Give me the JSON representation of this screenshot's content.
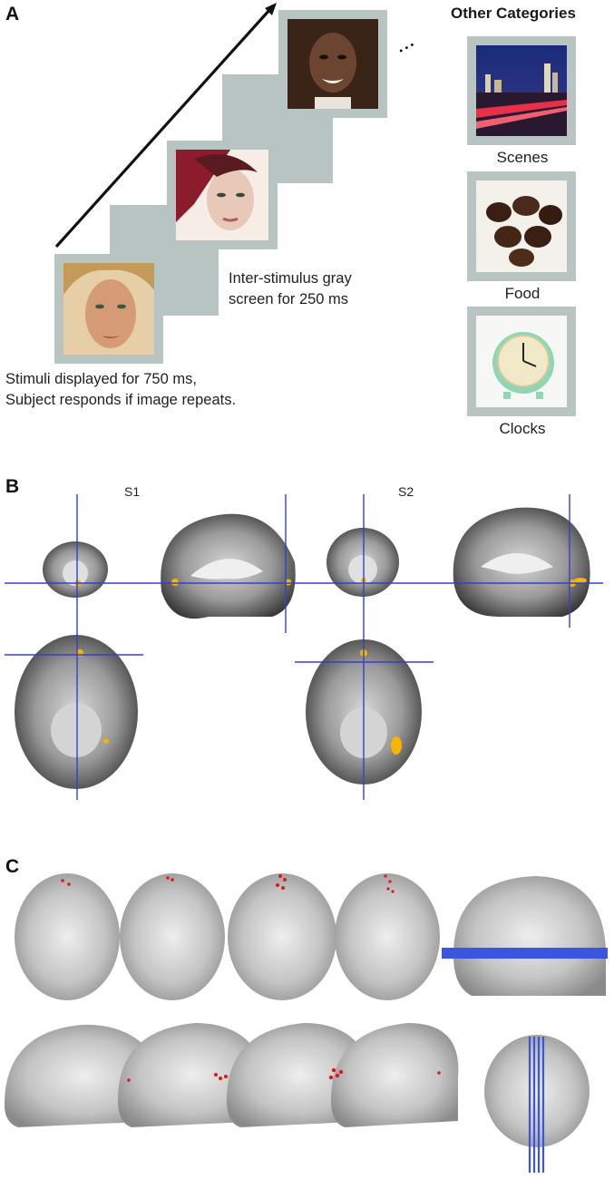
{
  "panels": {
    "a": "A",
    "b": "B",
    "c": "C"
  },
  "panel_a": {
    "isi_caption": "Inter-stimulus gray\nscreen for 250 ms",
    "stim_caption": "Stimuli displayed for 750 ms,\nSubject responds if image repeats.",
    "ellipsis": "•  •  •",
    "other_heading": "Other Categories",
    "categories": [
      {
        "label": "Scenes"
      },
      {
        "label": "Food"
      },
      {
        "label": "Clocks"
      }
    ]
  },
  "panel_b": {
    "subjects": [
      "S1",
      "S2"
    ]
  },
  "colors": {
    "frame_gray": "#b7c4c2",
    "crosshair_blue": "#3440c8",
    "activation_yellow": "#f4b400",
    "marker_red": "#e01818",
    "plane_blue": "#3a56e0"
  }
}
